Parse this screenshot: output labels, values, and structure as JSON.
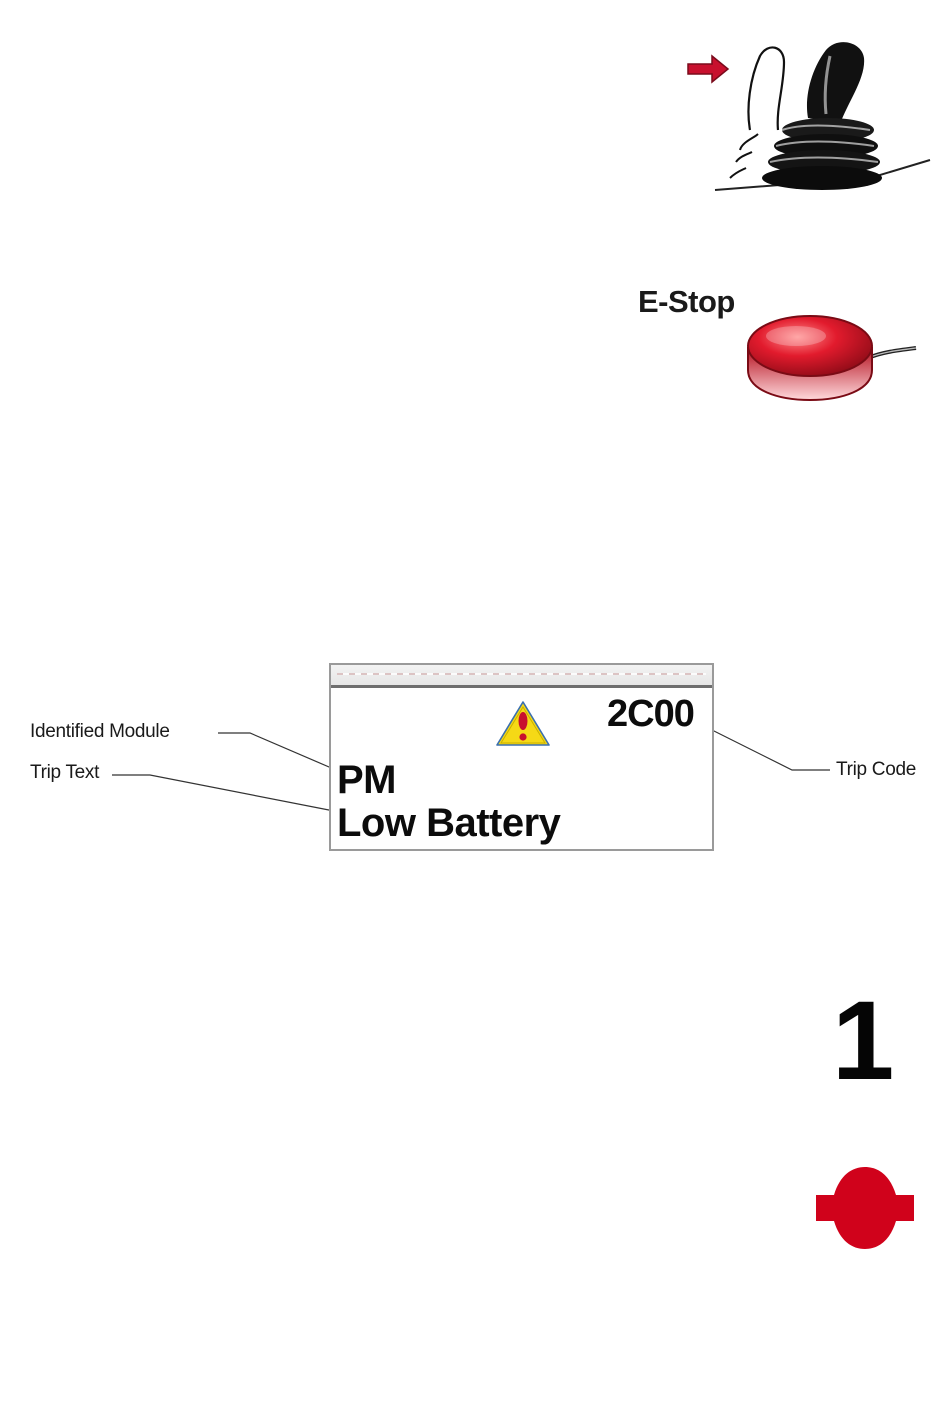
{
  "estop": {
    "label": "E-Stop"
  },
  "display": {
    "trip_code": "2C00",
    "module": "PM",
    "trip_text": "Low Battery"
  },
  "callouts": {
    "identified_module": "Identified Module",
    "trip_text": "Trip Text",
    "trip_code": "Trip Code"
  },
  "step": {
    "number": "1"
  },
  "icons": {
    "joystick": "joystick-push-icon",
    "estop": "e-stop-button-icon",
    "warning": "warning-triangle-icon",
    "stop": "stop-sign-icon"
  },
  "colors": {
    "accent_red": "#d0021b",
    "warning_yellow": "#f5d916"
  }
}
